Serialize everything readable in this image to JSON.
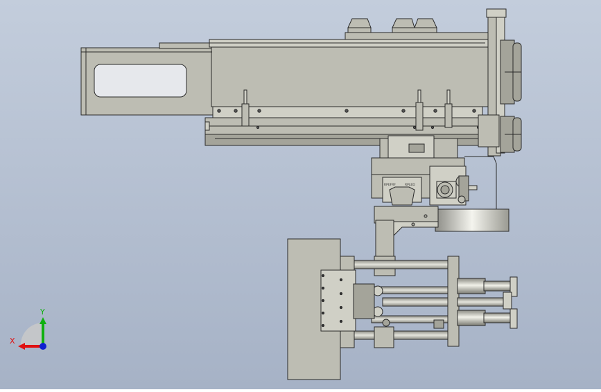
{
  "viewport": {
    "background_top": "#c3cddc",
    "background_bottom": "#a6b2c6"
  },
  "model": {
    "part_fill": "#bdbdb3",
    "part_fill_light": "#d0d0c6",
    "part_fill_dark": "#a4a49a",
    "edge_color": "#2a2a2a",
    "label_left": "RPEFRF",
    "label_right": "RPLED"
  },
  "triad": {
    "x_label": "X",
    "y_label": "Y",
    "x_color": "#e01010",
    "y_color": "#10b010",
    "z_color": "#1020d0"
  }
}
